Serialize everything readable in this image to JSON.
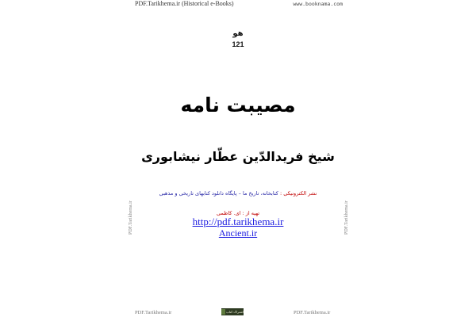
{
  "header": {
    "left": "PDF.Tarikhema.ir  (Historical e-Books)",
    "right": "www.booknama.com"
  },
  "side_watermark": {
    "left": "PDF.Tarikhema.ir",
    "right": "PDF.Tarikhema.ir"
  },
  "page": {
    "invocation": "هو",
    "number": "121",
    "title": "مصیبت نامه",
    "author": "شیخ فریدالدّین عطّار نیشابوری",
    "publisher_prefix": "نشر الکترونیکی :",
    "publisher_rest": "کتابخانه، تاریخ ما – پایگاه دانلود کتابهای تاریخی و مذهبی",
    "prepared_by": "تهیه از : ای. کاظمی",
    "link1": "http://pdf.tarikhema.ir",
    "link2": "Ancient.ir"
  },
  "footer": {
    "left": "PDF.Tarikhema.ir",
    "right": "PDF.Tarikhema.ir",
    "logo_text": "اشتراک کتاب"
  }
}
